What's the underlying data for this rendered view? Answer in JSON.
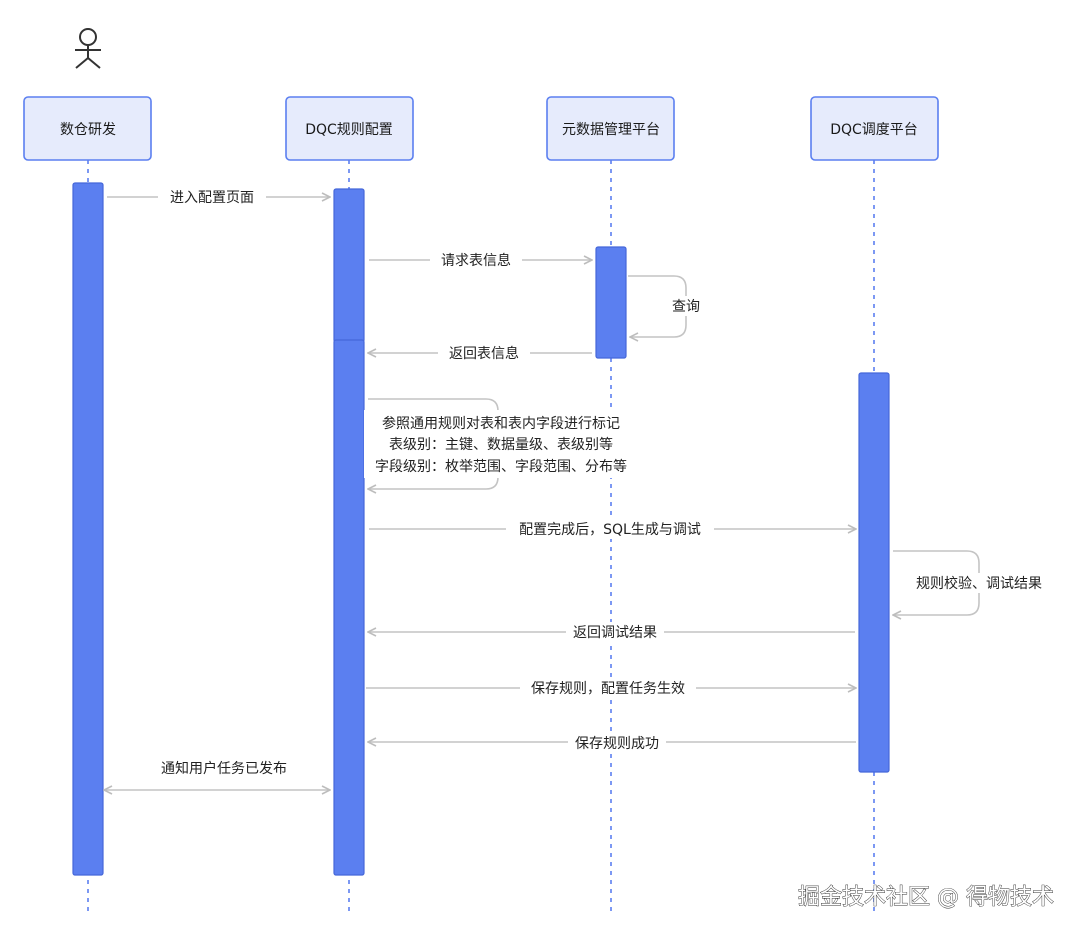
{
  "colors": {
    "participant_fill": "#e6ebfc",
    "participant_border": "#5b7ff0",
    "activation_fill": "#5b7ff0",
    "activation_border": "#4567d9",
    "arrow": "#c4c4c4",
    "lifeline": "#5b7ff0",
    "text": "#222222"
  },
  "actor": {
    "icon": "person-icon"
  },
  "participants": [
    {
      "id": "p0",
      "label": "数仓研发"
    },
    {
      "id": "p1",
      "label": "DQC规则配置"
    },
    {
      "id": "p2",
      "label": "元数据管理平台"
    },
    {
      "id": "p3",
      "label": "DQC调度平台"
    }
  ],
  "messages": [
    {
      "id": "m0",
      "label": "进入配置页面"
    },
    {
      "id": "m1",
      "label": "请求表信息"
    },
    {
      "id": "m2",
      "label": "查询"
    },
    {
      "id": "m3",
      "label": "返回表信息"
    },
    {
      "id": "m4",
      "lines": [
        "参照通用规则对表和表内字段进行标记",
        "表级别：主键、数据量级、表级别等",
        "字段级别：枚举范围、字段范围、分布等"
      ]
    },
    {
      "id": "m5",
      "label": "配置完成后，SQL生成与调试"
    },
    {
      "id": "m6",
      "label": "规则校验、调试结果"
    },
    {
      "id": "m7",
      "label": "返回调试结果"
    },
    {
      "id": "m8",
      "label": "保存规则，配置任务生效"
    },
    {
      "id": "m9",
      "label": "保存规则成功"
    },
    {
      "id": "m10",
      "label": "通知用户任务已发布"
    }
  ],
  "watermark": "掘金技术社区 @ 得物技术"
}
